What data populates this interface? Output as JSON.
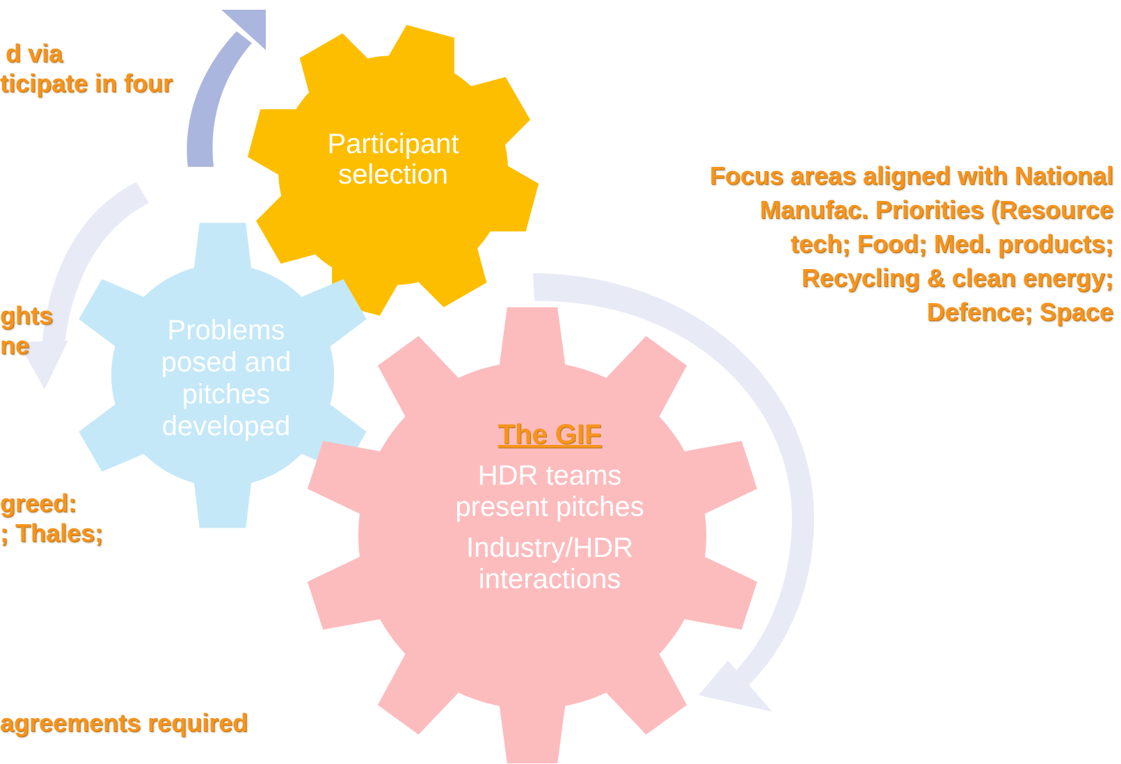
{
  "colors": {
    "gear_selection": "#fdbe00",
    "gear_problems": "#c4e8f7",
    "gear_gif": "#fcbcbe",
    "arrow_dark": "#abb6de",
    "arrow_light": "#e8ebf6",
    "callout_text": "#f7941d",
    "gear_text_light": "#ffffff"
  },
  "gears": {
    "selection": {
      "label_lines": [
        "Participant",
        "selection"
      ]
    },
    "problems": {
      "label_lines": [
        "Problems",
        "posed and",
        "pitches",
        "developed"
      ]
    },
    "gif": {
      "title": "The GIF",
      "lines_a": [
        "HDR teams",
        "present pitches"
      ],
      "lines_b": [
        "Industry/HDR",
        "interactions"
      ]
    }
  },
  "callouts": {
    "top_left": [
      "d via",
      "ticipate in four"
    ],
    "focus_areas": [
      "Focus areas aligned with National",
      "Manufac. Priorities (Resource",
      "tech; Food; Med. products;",
      "Recycling & clean energy;",
      "Defence; Space"
    ],
    "mid_left": [
      "ghts",
      "ne"
    ],
    "lower_left": [
      "greed:",
      "; Thales;"
    ],
    "bottom_left": [
      "agreements required"
    ]
  },
  "icons": {
    "arrows": [
      "curved-arrow-icon"
    ],
    "gears": [
      "gear-icon"
    ]
  }
}
